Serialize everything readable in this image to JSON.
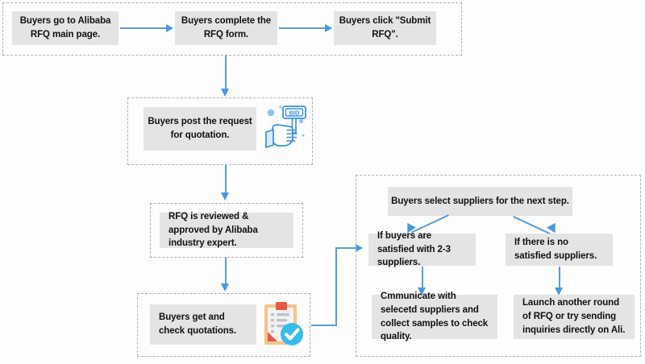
{
  "diagram": {
    "title": "Alibaba RFQ process flowchart",
    "colors": {
      "node_fill": "#e4e4e4",
      "connector_blue": "#5b9bd5",
      "arrow_blue": "#4a97e0",
      "group_border": "#b0b0b0",
      "icon_blue": "#4a97e0",
      "icon_coral": "#e8584a",
      "icon_tan": "#f0c38a",
      "icon_cyan": "#35bdea"
    },
    "groups": [
      {
        "name": "submit-rfq-group"
      },
      {
        "name": "post-request-group"
      },
      {
        "name": "review-group"
      },
      {
        "name": "quotations-group"
      },
      {
        "name": "supplier-decision-group"
      }
    ],
    "nodes": {
      "step_goto": "Buyers go to Alibaba RFQ main page.",
      "step_complete": "Buyers complete the RFQ form.",
      "step_submit": "Buyers click \"Submit RFQ\".",
      "step_post": "Buyers post  the request for quotation.",
      "step_review": "RFQ is reviewed & approved by Alibaba industry expert.",
      "step_quotations": "Buyers get and check quotations.",
      "step_select": "Buyers select suppliers for the next step.",
      "branch_satisfied": "If buyers are satisfied with 2-3 suppliers.",
      "branch_not_satisfied": "If there is no satisfied suppliers.",
      "action_communicate": "Cmmunicate with selecetd suppliers and collect samples to check quality.",
      "action_relaunch": "Launch another round of RFQ or try sending inquiries directly on Ali."
    },
    "icons": {
      "bid": "bid-paddle-hand-icon",
      "bid_label": "BID",
      "clipboard": "clipboard-check-icon"
    }
  }
}
